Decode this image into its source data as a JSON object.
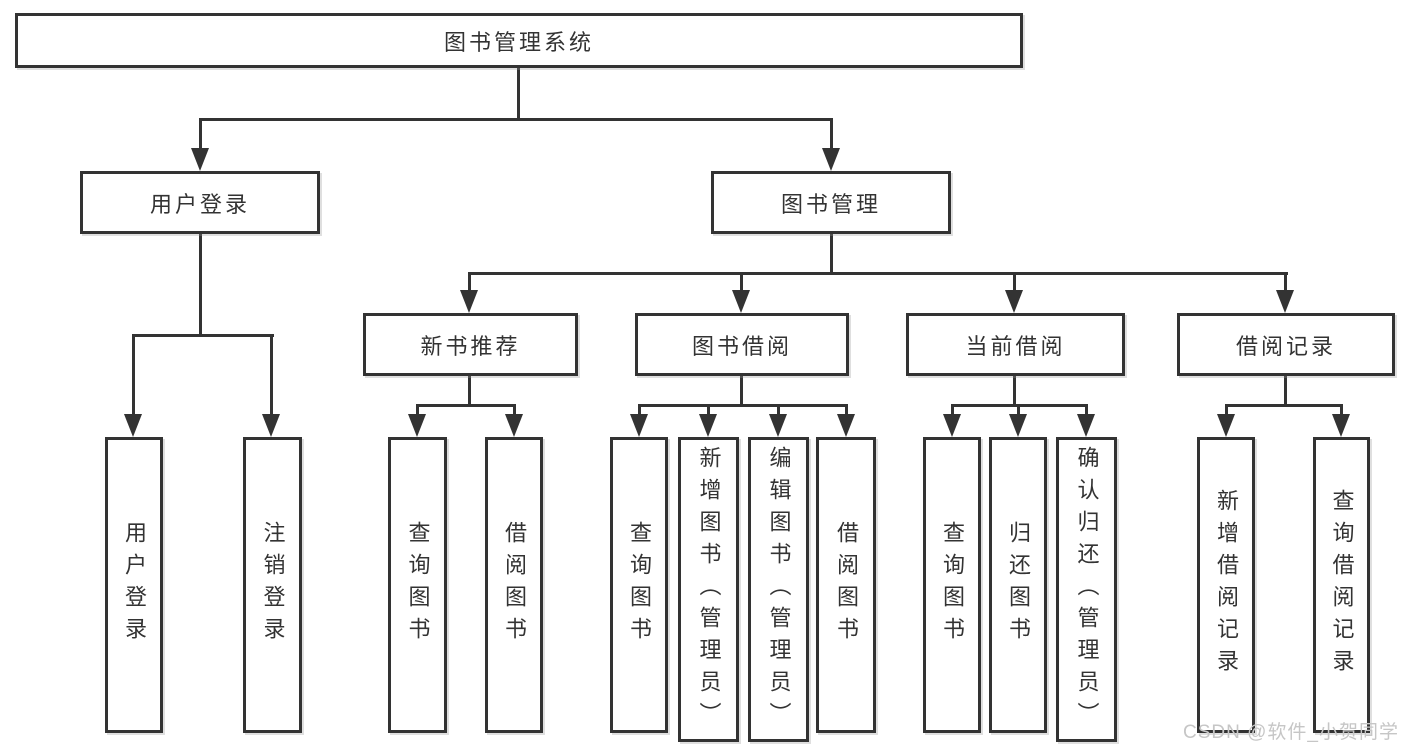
{
  "colors": {
    "background": "#ffffff",
    "line": "#333333",
    "text": "#333333",
    "box_border": "#333333",
    "watermark_color": "#c6c6c6"
  },
  "watermark": {
    "text": "CSDN @软件_小贺同学"
  },
  "tree": {
    "label": "图书管理系统",
    "children": [
      {
        "label": "用户登录",
        "children": [
          {
            "label": "用户登录"
          },
          {
            "label": "注销登录"
          }
        ]
      },
      {
        "label": "图书管理",
        "children": [
          {
            "label": "新书推荐",
            "children": [
              {
                "label": "查询图书"
              },
              {
                "label": "借阅图书"
              }
            ]
          },
          {
            "label": "图书借阅",
            "children": [
              {
                "label": "查询图书"
              },
              {
                "label": "新增图书（管理员）"
              },
              {
                "label": "编辑图书（管理员）"
              },
              {
                "label": "借阅图书"
              }
            ]
          },
          {
            "label": "当前借阅",
            "children": [
              {
                "label": "查询图书"
              },
              {
                "label": "归还图书"
              },
              {
                "label": "确认归还（管理员）"
              }
            ]
          },
          {
            "label": "借阅记录",
            "children": [
              {
                "label": "新增借阅记录"
              },
              {
                "label": "查询借阅记录"
              }
            ]
          }
        ]
      }
    ]
  }
}
